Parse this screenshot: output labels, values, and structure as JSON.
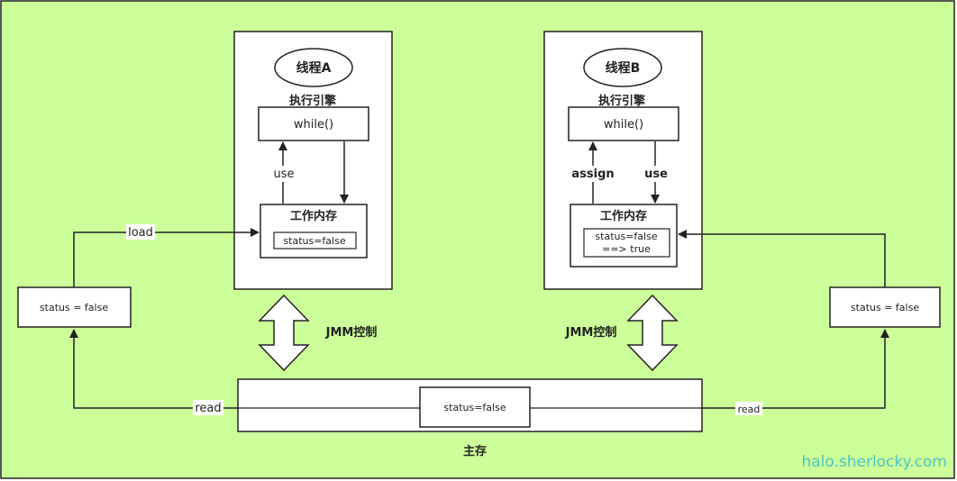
{
  "colors": {
    "background": "#ccff99",
    "border": "#222222",
    "box_fill": "#ffffff",
    "watermark": "#4fc3c3"
  },
  "thread_a": {
    "title": "线程A",
    "engine_label": "执行引擎",
    "loop_label": "while()",
    "use_label": "use",
    "work_memory_label": "工作内存",
    "status_label": "status=false"
  },
  "thread_b": {
    "title": "线程B",
    "engine_label": "执行引擎",
    "loop_label": "while()",
    "assign_label": "assign",
    "use_label": "use",
    "work_memory_label": "工作内存",
    "status_line1": "status=false",
    "status_line2": "==> true"
  },
  "left_copy": {
    "status_label": "status = false",
    "load_label": "load",
    "read_label": "read"
  },
  "right_copy": {
    "status_label": "status = false",
    "read_label": "read"
  },
  "jmm": {
    "left_label": "JMM控制",
    "right_label": "JMM控制"
  },
  "main_memory": {
    "status_label": "status=false",
    "label": "主存"
  },
  "watermark": "halo.sherlocky.com"
}
